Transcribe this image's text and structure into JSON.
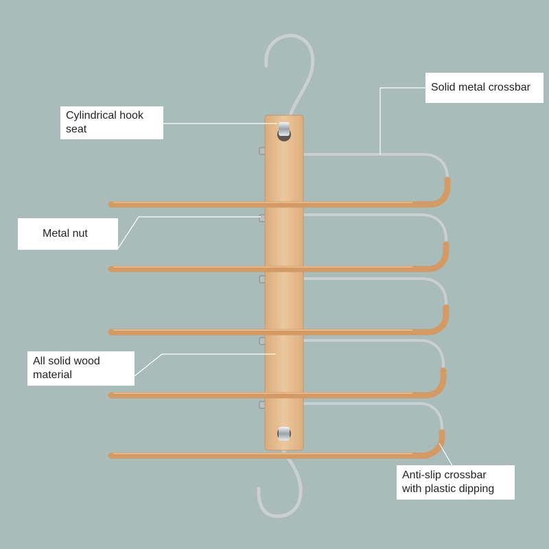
{
  "colors": {
    "background": "#a9bcb9",
    "wood": "#e2b98c",
    "coated_bar": "#d39a66",
    "chrome": "#d8dde0",
    "leader_line": "#ffffff",
    "label_bg": "#ffffff",
    "label_text": "#222222"
  },
  "product": "wooden-multi-layer-pants-hanger",
  "labels": {
    "crossbar": "Solid metal crossbar",
    "hook_seat": "Cylindrical hook\nseat",
    "metal_nut": "Metal nut",
    "wood": "All solid wood\nmaterial",
    "anti_slip": "Anti-slip crossbar\nwith plastic dipping"
  }
}
